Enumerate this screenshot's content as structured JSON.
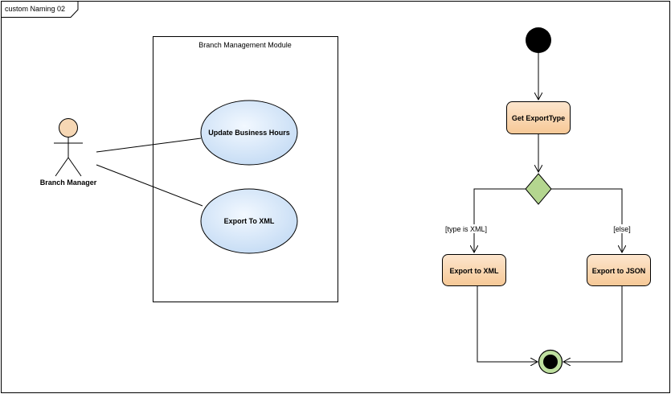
{
  "diagram": {
    "frame_title": "custom Naming 02",
    "boundary_title": "Branch Management Module",
    "actor": {
      "name": "Branch Manager"
    },
    "use_cases": [
      {
        "id": "uc1",
        "label": "Update Business Hours"
      },
      {
        "id": "uc2",
        "label": "Export To XML"
      }
    ],
    "activity": {
      "actions": [
        {
          "id": "get-export-type",
          "label": "Get ExportType"
        },
        {
          "id": "export-to-xml",
          "label": "Export to XML"
        },
        {
          "id": "export-to-json",
          "label": "Export to JSON"
        }
      ],
      "guards": {
        "left": "[type is XML]",
        "right": "[else]"
      }
    }
  },
  "colors": {
    "actor_fill": "#f6d7b4",
    "usecase_fill": "#cfe2f7",
    "action_fill": "#f9d7b0",
    "decision_fill": "#b4d68f",
    "final_fill": "#bfe0a0",
    "line": "#000000"
  }
}
